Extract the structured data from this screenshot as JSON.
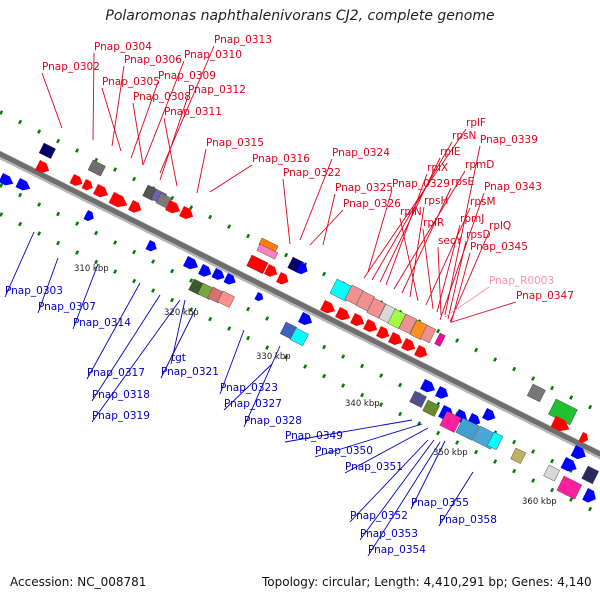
{
  "title": "Polaromonas naphthalenivorans CJ2, complete genome",
  "footer": {
    "accession": "Accession: NC_008781",
    "summary": "Topology: circular; Length: 4,410,291 bp; Genes: 4,140"
  },
  "colors": {
    "forward_label": "#e0001a",
    "reverse_label": "#0000c0",
    "rna_label": "#ff8fb0",
    "forward_gene": "#ff0000",
    "reverse_gene": "#0000ff",
    "backbone": "#7a7a7a",
    "tick": "#008000"
  },
  "scale_labels": [
    "310 kbp",
    "320 kbp",
    "330 kbp",
    "340 kbp",
    "350 kbp",
    "360 kbp"
  ],
  "forward_labels": [
    "Pnap_0302",
    "Pnap_0304",
    "Pnap_0306",
    "Pnap_0305",
    "Pnap_0310",
    "Pnap_0313",
    "Pnap_0309",
    "Pnap_0308",
    "Pnap_0312",
    "Pnap_0311",
    "Pnap_0315",
    "Pnap_0316",
    "Pnap_0324",
    "Pnap_0322",
    "Pnap_0325",
    "Pnap_0326",
    "Pnap_0329",
    "rplF",
    "rpsN",
    "Pnap_0339",
    "rplE",
    "rplX",
    "rpmD",
    "rpsE",
    "rpsH",
    "rplN",
    "Pnap_0343",
    "rpsM",
    "rplR",
    "rpmJ",
    "secY",
    "rplQ",
    "rpsD",
    "Pnap_0345",
    "Pnap_0347"
  ],
  "rna_labels": [
    "Pnap_R0003"
  ],
  "reverse_labels": [
    "Pnap_0303",
    "Pnap_0307",
    "Pnap_0314",
    "Pnap_0317",
    "tgt",
    "Pnap_0318",
    "Pnap_0321",
    "Pnap_0319",
    "Pnap_0323",
    "Pnap_0327",
    "Pnap_0328",
    "Pnap_0349",
    "Pnap_0350",
    "Pnap_0351",
    "Pnap_0352",
    "Pnap_0355",
    "Pnap_0353",
    "Pnap_0358",
    "Pnap_0354"
  ]
}
